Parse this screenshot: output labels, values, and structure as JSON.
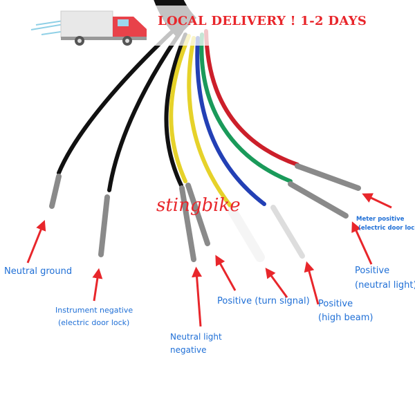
{
  "banner": {
    "text": "LOCAL DELIVERY ! 1-2 DAYS",
    "icon": "delivery-truck-icon"
  },
  "watermark": "stingbike",
  "colors": {
    "label": "#1f6fd6",
    "arrow": "#e8262b",
    "banner_text": "#e8262b"
  },
  "labels": {
    "neutral_ground": "Neutral ground",
    "instrument_negative": [
      "Instrument negative",
      "(electric door lock)"
    ],
    "neutral_light_negative": [
      "Neutral light",
      "negative"
    ],
    "positive_turn": "Positive (turn signal)",
    "positive_high": [
      "Positive",
      "(high beam)"
    ],
    "positive_neutral": [
      "Positive",
      "(neutral light)"
    ],
    "meter_positive": [
      "Meter positive",
      "(electric door lock)"
    ]
  }
}
